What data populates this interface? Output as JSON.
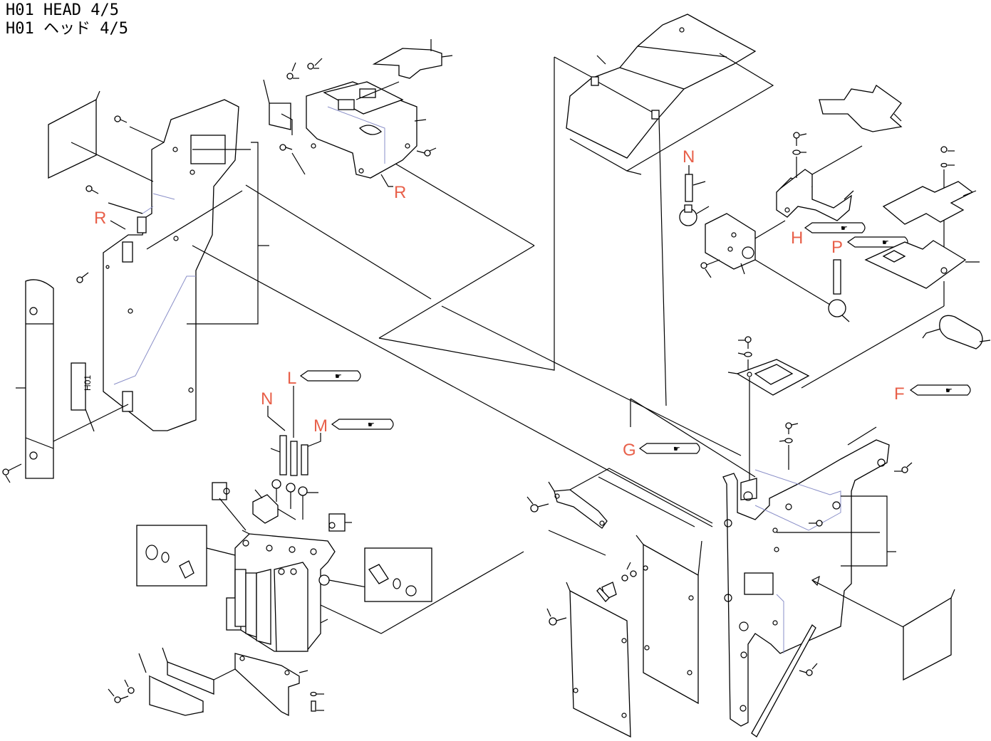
{
  "header": {
    "title_en": "H01 HEAD  4/5",
    "title_jp": "H01 ヘッド  4/5"
  },
  "refs": {
    "R1": "R",
    "R2": "R",
    "N1": "N",
    "N2": "N",
    "L": "L",
    "M": "M",
    "H": "H",
    "P": "P",
    "G": "G",
    "F": "F"
  },
  "labels": {
    "head_plate_text": "H01"
  },
  "colors": {
    "ref_letter": "#e8604a",
    "hidden_line": "#8a8fc8"
  },
  "icons": [
    "pointing-hand-icon"
  ]
}
